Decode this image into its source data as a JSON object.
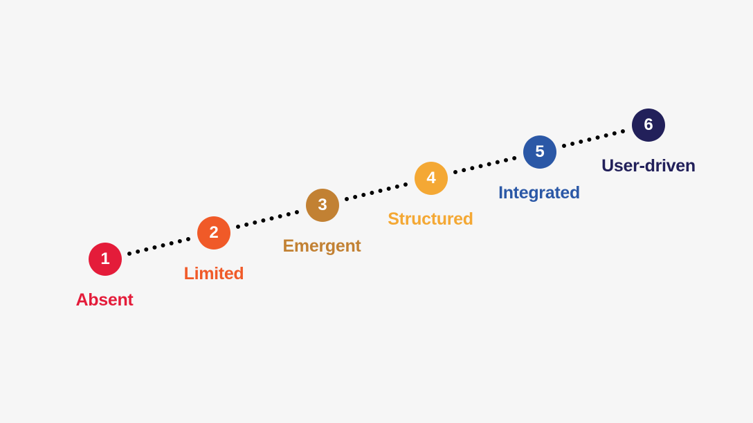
{
  "steps": [
    {
      "number": "1",
      "label": "Absent",
      "color": "#e41c3a"
    },
    {
      "number": "2",
      "label": "Limited",
      "color": "#f05a28"
    },
    {
      "number": "3",
      "label": "Emergent",
      "color": "#c28133"
    },
    {
      "number": "4",
      "label": "Structured",
      "color": "#f4a834"
    },
    {
      "number": "5",
      "label": "Integrated",
      "color": "#2b58a6"
    },
    {
      "number": "6",
      "label": "User-driven",
      "color": "#22205a"
    }
  ],
  "connector_color": "#000000"
}
